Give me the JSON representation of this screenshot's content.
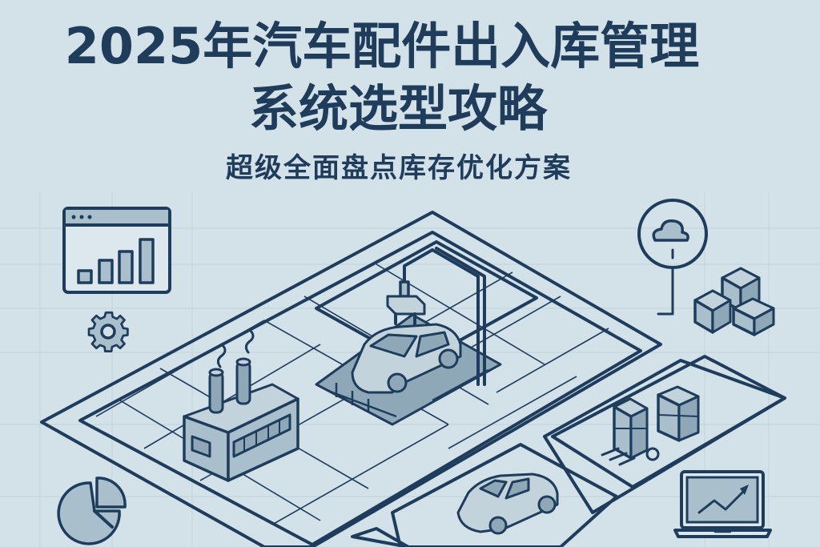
{
  "poster": {
    "title_line1": "2025年汽车配件出入库管理",
    "title_line2": "系统选型攻略",
    "subtitle": "超级全面盘点库存优化方案"
  },
  "colors": {
    "background": "#d3e1e8",
    "ink": "#1e3d5c",
    "fill_medium": "#a9bfcc",
    "fill_dark": "#8ea8b8"
  },
  "illustration": {
    "style": "isometric line-art warehouse map",
    "icons": [
      "browser-bar-chart-icon",
      "gear-icon",
      "cloud-pin-icon",
      "stacked-boxes-icon",
      "factory-icon",
      "robotic-arm-car-station-icon",
      "hand-truck-boxes-icon",
      "car-icon",
      "pie-chart-icon",
      "laptop-trend-icon"
    ]
  }
}
